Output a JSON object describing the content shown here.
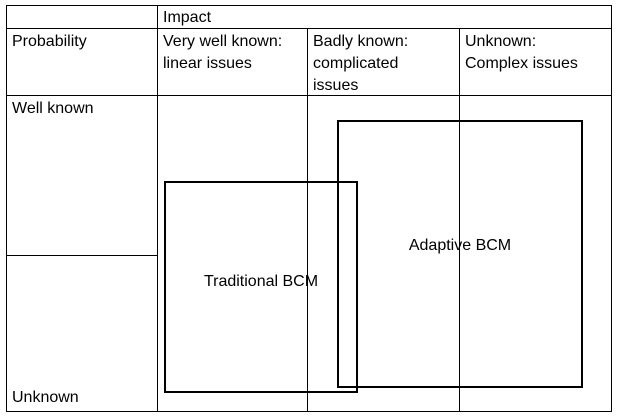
{
  "diagram": {
    "axes": {
      "impact_label": "Impact",
      "probability_label": "Probability"
    },
    "impact_levels": [
      "Very well known:\nlinear issues",
      "Badly known:\ncomplicated\nissues",
      "Unknown:\nComplex issues"
    ],
    "probability_levels": {
      "high": "Well known",
      "low": "Unknown"
    },
    "overlays": {
      "traditional": {
        "label": "Traditional BCM"
      },
      "adaptive": {
        "label": "Adaptive BCM"
      }
    },
    "colors": {
      "line": "#000000",
      "text": "#000000",
      "background": "#ffffff"
    }
  }
}
